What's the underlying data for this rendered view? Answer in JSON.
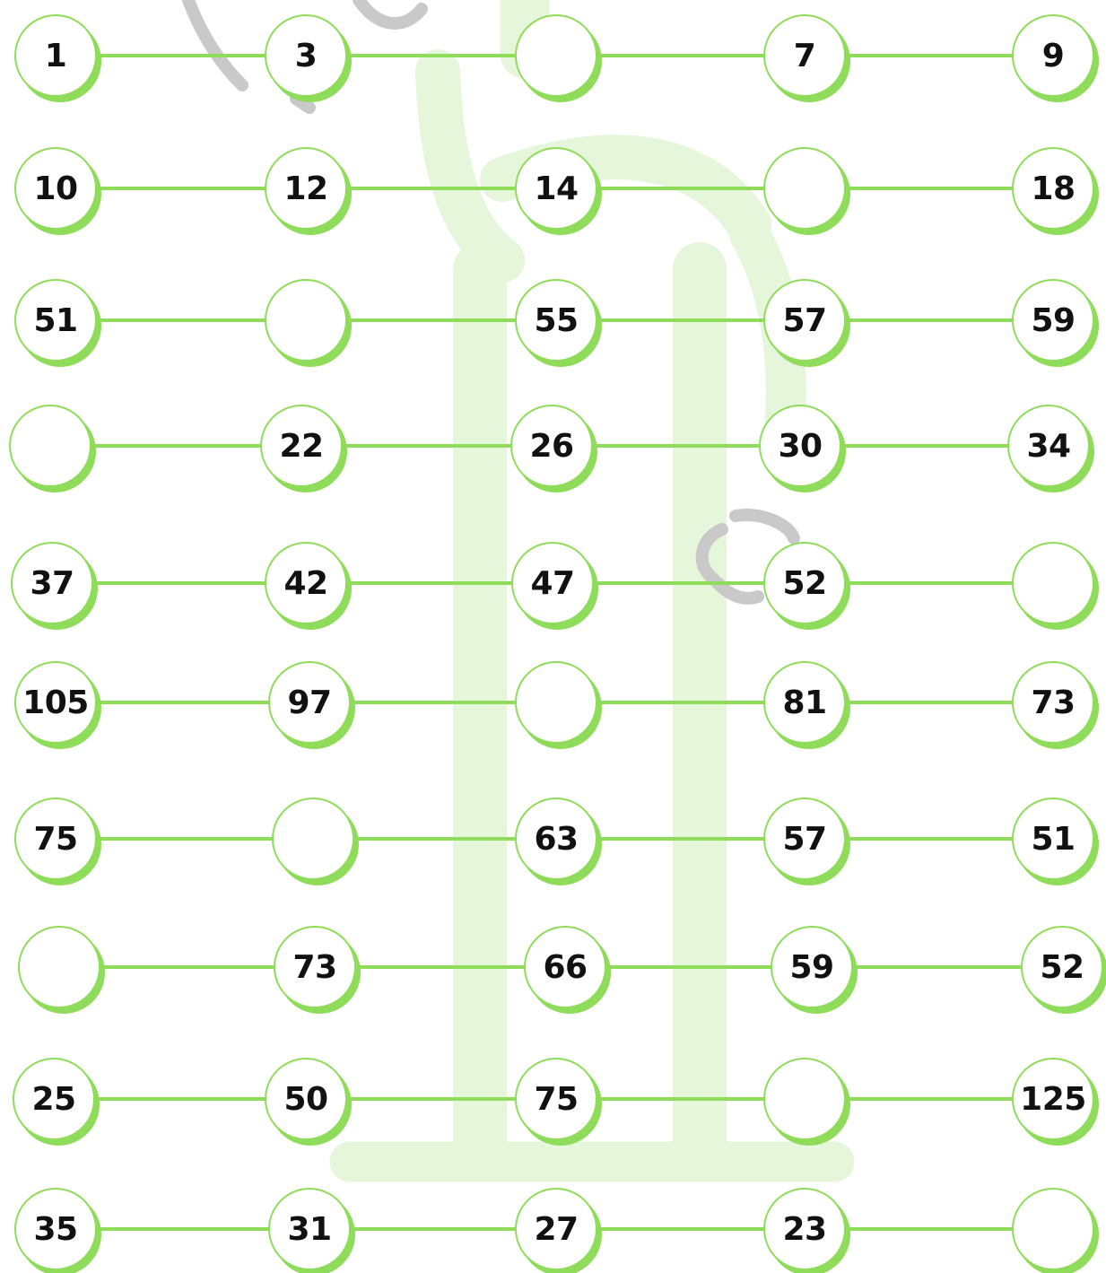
{
  "worksheet": {
    "rows": [
      {
        "numbers": [
          "1",
          "3",
          "",
          "7",
          "9"
        ]
      },
      {
        "numbers": [
          "10",
          "12",
          "14",
          "",
          "18"
        ]
      },
      {
        "numbers": [
          "51",
          "",
          "55",
          "57",
          "59"
        ]
      },
      {
        "numbers": [
          "",
          "22",
          "26",
          "30",
          "34"
        ]
      },
      {
        "numbers": [
          "37",
          "42",
          "47",
          "52",
          ""
        ]
      },
      {
        "numbers": [
          "105",
          "97",
          "",
          "81",
          "73"
        ]
      },
      {
        "numbers": [
          "75",
          "",
          "63",
          "57",
          "51"
        ]
      },
      {
        "numbers": [
          "",
          "73",
          "66",
          "59",
          "52"
        ]
      },
      {
        "numbers": [
          "25",
          "50",
          "75",
          "",
          "125"
        ]
      },
      {
        "numbers": [
          "35",
          "31",
          "27",
          "23",
          ""
        ]
      }
    ]
  },
  "colors": {
    "accent_green": "#8fdc5a",
    "watermark_green": "#e6f6da",
    "watermark_gray": "#c9c9c9",
    "number_text": "#111111"
  }
}
